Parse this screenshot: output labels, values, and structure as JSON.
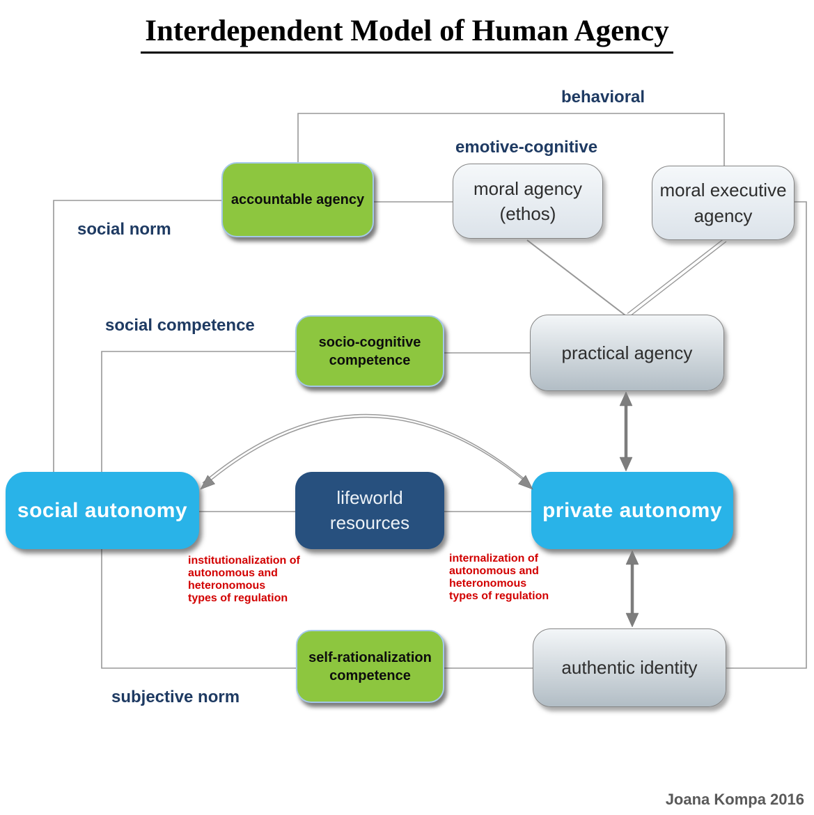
{
  "title": "Interdependent Model of Human Agency",
  "signature": "Joana Kompa 2016",
  "section_labels": {
    "behavioral": "behavioral",
    "emotive_cognitive": "emotive-cognitive",
    "social_norm": "social norm",
    "social_competence": "social competence",
    "subjective_norm": "subjective norm"
  },
  "nodes": {
    "accountable_agency": "accountable agency",
    "moral_agency": "moral agency\n(ethos)",
    "moral_executive_agency": "moral executive\nagency",
    "socio_cognitive_competence": "socio-cognitive\ncompetence",
    "practical_agency": "practical agency",
    "social_autonomy": "social autonomy",
    "lifeworld_resources": "lifeworld\nresources",
    "private_autonomy": "private autonomy",
    "self_rationalization_competence": "self-rationalization\ncompetence",
    "authentic_identity": "authentic identity"
  },
  "annotations": {
    "institutionalization": "institutionalization of\nautonomous and\nheteronomous\ntypes of regulation",
    "internalization": "internalization of\nautonomous and\nheteronomous\ntypes of regulation"
  },
  "edges": [
    {
      "from": "accountable agency",
      "to": "moral executive agency",
      "label": "behavioral"
    },
    {
      "from": "accountable agency",
      "to": "social autonomy",
      "label": "social norm"
    },
    {
      "from": "accountable agency",
      "to": "moral agency (ethos)",
      "label": "emotive-cognitive"
    },
    {
      "from": "moral agency (ethos)",
      "to": "practical agency"
    },
    {
      "from": "moral executive agency",
      "to": "practical agency"
    },
    {
      "from": "socio-cognitive competence",
      "to": "practical agency"
    },
    {
      "from": "socio-cognitive competence",
      "to": "social autonomy",
      "label": "social competence"
    },
    {
      "from": "practical agency",
      "to": "private autonomy",
      "bidirectional": true
    },
    {
      "from": "social autonomy",
      "to": "private autonomy",
      "bidirectional": true,
      "style": "arc"
    },
    {
      "from": "social autonomy",
      "to": "lifeworld resources"
    },
    {
      "from": "lifeworld resources",
      "to": "private autonomy"
    },
    {
      "from": "private autonomy",
      "to": "authentic identity",
      "bidirectional": true
    },
    {
      "from": "social autonomy",
      "to": "authentic identity",
      "label": "subjective norm"
    },
    {
      "from": "self-rationalization competence",
      "to": "authentic identity"
    },
    {
      "from": "authentic identity",
      "to": "moral executive agency"
    }
  ],
  "colors": {
    "green": "#8dc63f",
    "cyan": "#29b3e8",
    "navy": "#27507e",
    "gray_box_top": "#f3f6f8",
    "gray_box_bottom": "#b2bdc5",
    "label_blue": "#1e3a62",
    "annotation_red": "#d20000",
    "line_gray": "#989898",
    "arrow_gray": "#7d7d7d",
    "signature_gray": "#595959"
  }
}
